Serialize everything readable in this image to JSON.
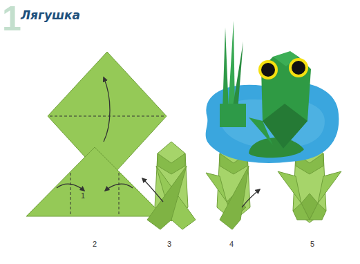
{
  "diagram": {
    "title": "Лягушка",
    "labels": [
      "1",
      "1",
      "2",
      "3",
      "4",
      "5"
    ]
  }
}
